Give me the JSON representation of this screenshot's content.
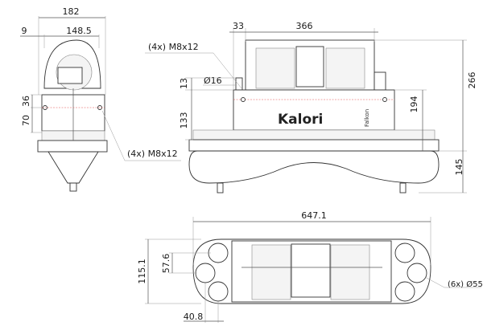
{
  "side_view": {
    "width_total": "182",
    "offset": "9",
    "width_inner": "148.5",
    "height_upper": "36",
    "height_lower": "70",
    "bolt_label": "(4x) M8x12"
  },
  "front_view": {
    "offset_top": "33",
    "width_top": "366",
    "bolt_label": "(4x) M8x12",
    "pipe_diameter": "Ø16",
    "pipe_height": "13",
    "body_height": "133",
    "total_height": "266",
    "upper_height": "194",
    "tray_height": "145",
    "brand_logo": "Kalori",
    "model_name": "Falkon"
  },
  "top_view": {
    "total_length": "647.1",
    "total_width": "115.1",
    "hole_spacing": "57.6",
    "hole_offset": "40.8",
    "hole_label": "(6x) Ø55"
  }
}
